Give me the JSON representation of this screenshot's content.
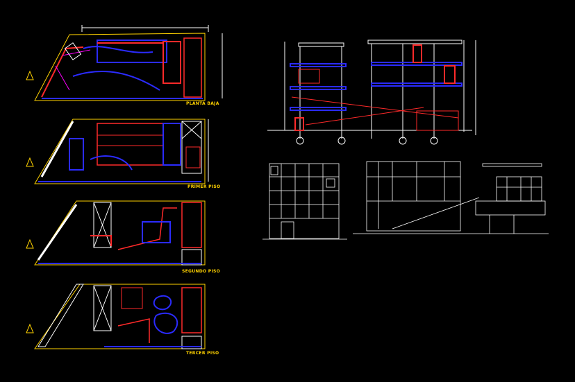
{
  "drawing": {
    "labels": {
      "planta_baja": "PLANTA BAJA",
      "primer_piso": "PRIMER PISO",
      "segundo_piso": "SEGUNDO PISO",
      "tercer_piso": "TERCER PISO"
    },
    "colors": {
      "background": "#000000",
      "wall": "#ff2a2a",
      "outline": "#ffffff",
      "blue": "#2b2bff",
      "yellow": "#ffd200",
      "magenta": "#ff00ff",
      "cyan": "#00e5ff",
      "orange": "#ff9900"
    }
  }
}
